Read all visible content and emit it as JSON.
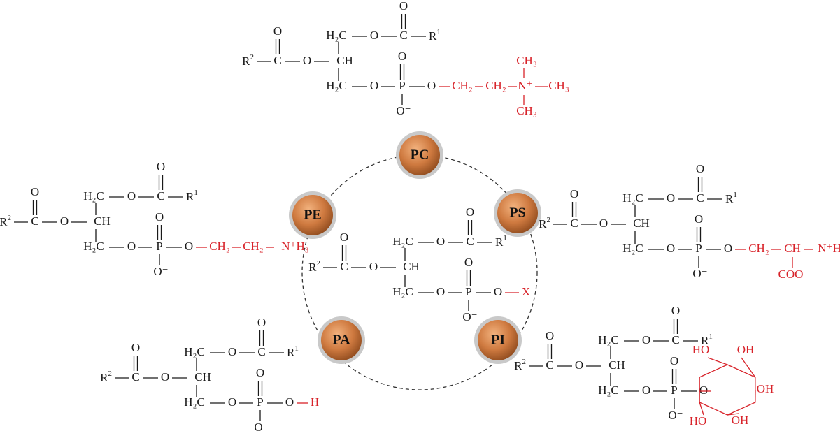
{
  "nodes": [
    {
      "id": "pc",
      "label": "PC"
    },
    {
      "id": "ps",
      "label": "PS"
    },
    {
      "id": "pi",
      "label": "PI"
    },
    {
      "id": "pa",
      "label": "PA"
    },
    {
      "id": "pe",
      "label": "PE"
    }
  ],
  "atoms": {
    "O": "O",
    "H2C": "H₂C",
    "C": "C",
    "CH": "CH",
    "P": "P",
    "Ominus": "O⁻",
    "R1": "R",
    "R2": "R",
    "sup1": "1",
    "sup2": "2",
    "X": "X",
    "H": "H",
    "CH2": "CH₂",
    "CH3": "CH₃",
    "Nplus": "N⁺",
    "NH3plus": "N⁺H₃",
    "COOminus": "COO⁻",
    "OH": "OH",
    "HO": "HO"
  },
  "colors": {
    "node_fill": "#c8713a",
    "node_ring": "#c9c9c9",
    "headgroup": "#d8232a",
    "backbone": "#1a1a1a"
  }
}
